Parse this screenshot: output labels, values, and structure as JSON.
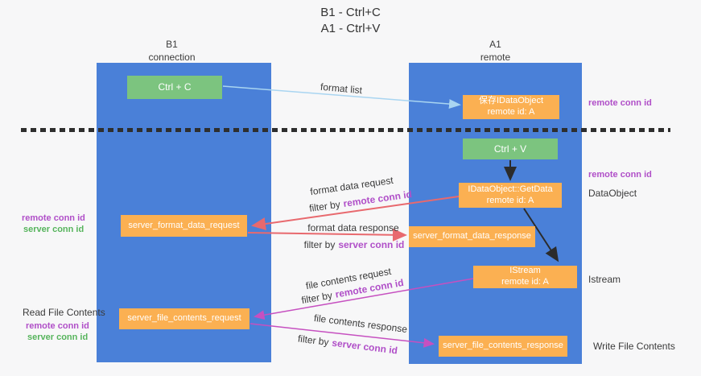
{
  "title": {
    "line1": "B1 - Ctrl+C",
    "line2": "A1 - Ctrl+V"
  },
  "colors": {
    "bg": "#f7f7f8",
    "lane_blue": "#4a80d8",
    "green_box": "#7cc47f",
    "orange_box": "#fbb052",
    "purple_text": "#b04fc8",
    "green_text": "#56b45c",
    "red_arrow": "#e8696e",
    "magenta_arrow": "#c650c0",
    "blue_arrow": "#a9d5f1",
    "black_arrow": "#2b2b2b"
  },
  "lanes": {
    "left": {
      "title": "B1",
      "subtitle": "connection"
    },
    "right": {
      "title": "A1",
      "subtitle": "remote"
    }
  },
  "boxes": {
    "ctrl_c": {
      "label": "Ctrl + C"
    },
    "save_dataobject": {
      "line1": "保存IDataObject",
      "line2": "remote id: A"
    },
    "ctrl_v": {
      "label": "Ctrl + V"
    },
    "getdata": {
      "line1": "IDataObject::GetData",
      "line2": "remote id: A"
    },
    "server_format_data_request": {
      "label": "server_format_data_request"
    },
    "server_format_data_response": {
      "label": "server_format_data_response"
    },
    "istream": {
      "line1": "IStream",
      "line2": "remote id: A"
    },
    "server_file_contents_request": {
      "label": "server_file_contents_request"
    },
    "server_file_contents_response": {
      "label": "server_file_contents_response"
    }
  },
  "flow_labels": {
    "format_list": "format list",
    "format_data_request": "format data request",
    "format_data_response": "format data response",
    "file_contents_request": "file contents request",
    "file_contents_response": "file contents response",
    "filter_by": "filter by",
    "remote_conn_id": "remote conn id",
    "server_conn_id": "server conn id"
  },
  "side_labels": {
    "remote_conn_id": "remote conn id",
    "server_conn_id": "server conn id",
    "dataobject": "DataObject",
    "istream": "Istream",
    "read_file_contents": "Read File Contents",
    "write_file_contents": "Write File Contents"
  }
}
